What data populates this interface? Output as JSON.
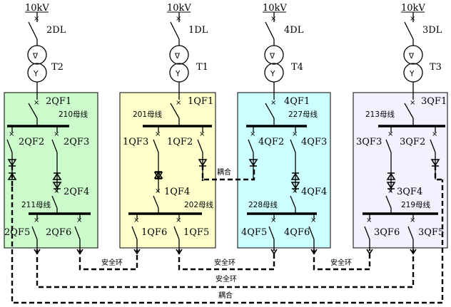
{
  "colors": {
    "panel_1": "#ccfccc",
    "panel_2": "#ffffcc",
    "panel_3": "#ccffff",
    "panel_4": "#f2f2ff"
  },
  "feeders": [
    {
      "voltage": "10kV",
      "breaker": "2DL",
      "transformer": "T2"
    },
    {
      "voltage": "10kV",
      "breaker": "1DL",
      "transformer": "T1"
    },
    {
      "voltage": "10kV",
      "breaker": "4DL",
      "transformer": "T4"
    },
    {
      "voltage": "10kV",
      "breaker": "3DL",
      "transformer": "T3"
    }
  ],
  "panels": [
    {
      "main": "2QF1",
      "bus_upper": "210母线",
      "left": "2QF2",
      "right": "2QF3",
      "coupler": "2QF4",
      "bus_lower": "211母线",
      "out_left": "2QF5",
      "out_right": "2QF6"
    },
    {
      "main": "1QF1",
      "bus_upper": "201母线",
      "left": "1QF3",
      "right": "1QF2",
      "coupler": "1QF4",
      "bus_lower": "202母线",
      "out_left": "1QF6",
      "out_right": "1QF5"
    },
    {
      "main": "4QF1",
      "bus_upper": "227母线",
      "left": "4QF2",
      "right": "4QF3",
      "coupler": "4QF4",
      "bus_lower": "228母线",
      "out_left": "4QF5",
      "out_right": "4QF6"
    },
    {
      "main": "3QF1",
      "bus_upper": "213母线",
      "left": "3QF3",
      "right": "3QF2",
      "coupler": "3QF4",
      "bus_lower": "219母线",
      "out_left": "3QF6",
      "out_right": "3QF5"
    }
  ],
  "links": {
    "coupler_mid": "耦合",
    "safety_ring_left": "安全环",
    "safety_ring_mid": "安全环",
    "safety_ring_right": "安全环",
    "safety_ring_outer": "安全环",
    "coupler_outer": "耦合"
  },
  "icons": {
    "transformer_top": "delta-winding-icon",
    "transformer_bottom": "wye-winding-icon"
  }
}
